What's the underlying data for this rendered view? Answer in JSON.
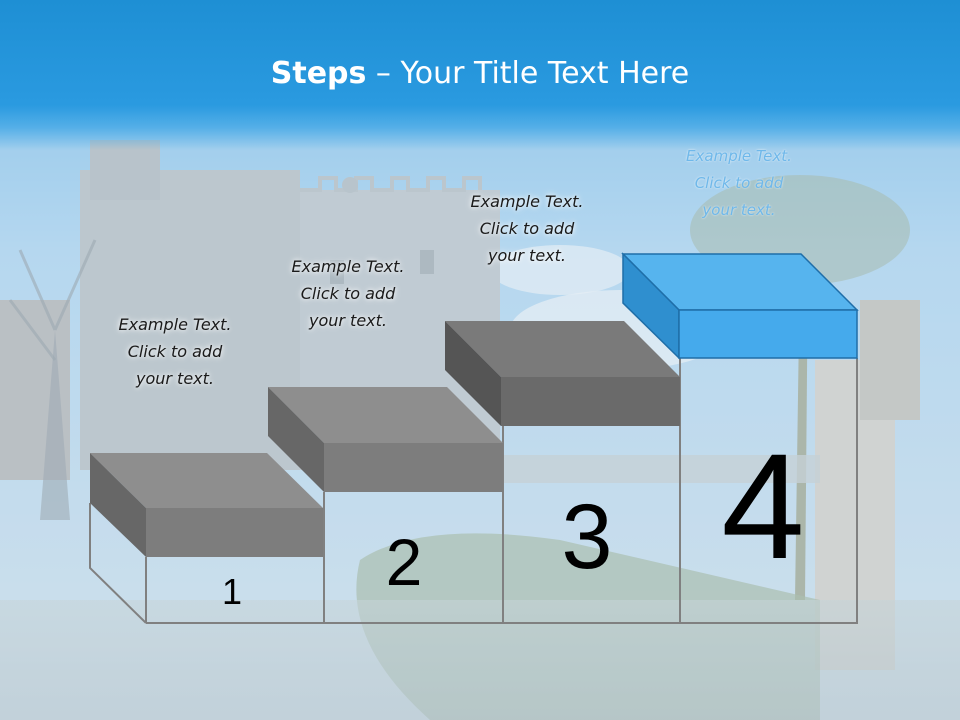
{
  "slide": {
    "title_bold": "Steps",
    "title_rest": " – Your Title Text Here"
  },
  "steps": [
    {
      "number": "1",
      "caption": [
        "Example Text.",
        "Click  to add",
        "your text."
      ]
    },
    {
      "number": "2",
      "caption": [
        "Example Text.",
        "Click  to add",
        "your text."
      ]
    },
    {
      "number": "3",
      "caption": [
        "Example Text.",
        "Click  to add",
        "your text."
      ]
    },
    {
      "number": "4",
      "caption": [
        "Example Text.",
        "Click  to add",
        "your text."
      ]
    }
  ],
  "colors": {
    "title_band": "#1e8fd4",
    "step_gray_top": "#8c8c8c",
    "step_gray_front": "#7a7a7a",
    "step_gray_side": "#5f5f5f",
    "step_blue_top": "#56b4ee",
    "step_blue_front": "#3fa7ea",
    "step_blue_side": "#2b86c4"
  }
}
